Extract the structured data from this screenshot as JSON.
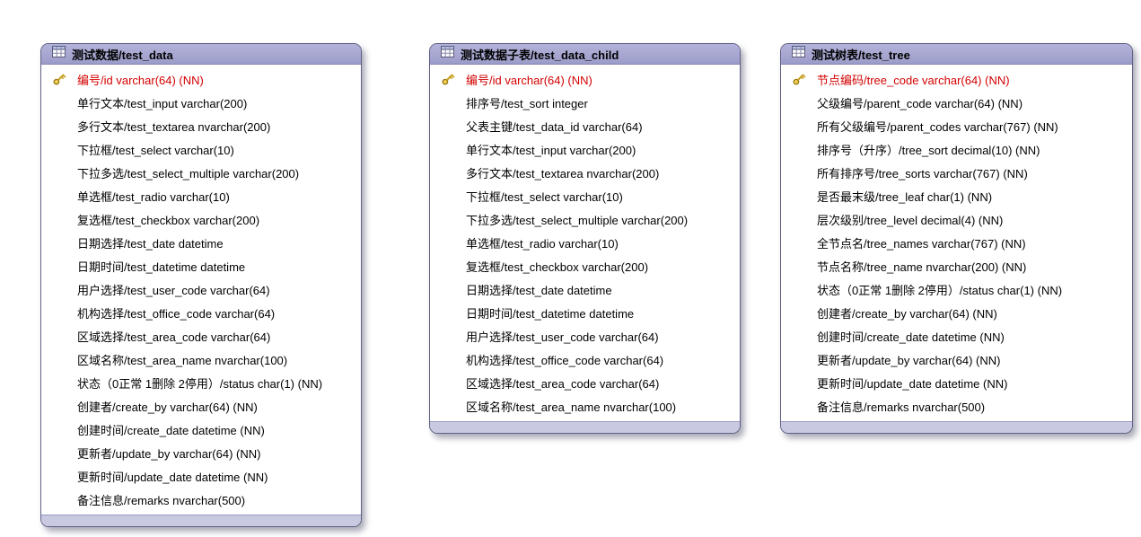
{
  "colors": {
    "header_fill": "#a5a5cf",
    "footer_fill": "#c9c9e2",
    "primary_key_text": "#d40000",
    "field_text": "#000000",
    "card_border": "#5f5f85",
    "key_icon_gold": "#c9a227"
  },
  "icons": {
    "header": "table-icon",
    "primary_key": "key-icon"
  },
  "diagram": {
    "tables": [
      {
        "title": "测试数据/test_data",
        "fields": [
          {
            "text": "编号/id varchar(64) (NN)",
            "pk": true
          },
          {
            "text": "单行文本/test_input varchar(200)",
            "pk": false
          },
          {
            "text": "多行文本/test_textarea nvarchar(200)",
            "pk": false
          },
          {
            "text": "下拉框/test_select varchar(10)",
            "pk": false
          },
          {
            "text": "下拉多选/test_select_multiple varchar(200)",
            "pk": false
          },
          {
            "text": "单选框/test_radio varchar(10)",
            "pk": false
          },
          {
            "text": "复选框/test_checkbox varchar(200)",
            "pk": false
          },
          {
            "text": "日期选择/test_date datetime",
            "pk": false
          },
          {
            "text": "日期时间/test_datetime datetime",
            "pk": false
          },
          {
            "text": "用户选择/test_user_code varchar(64)",
            "pk": false
          },
          {
            "text": "机构选择/test_office_code varchar(64)",
            "pk": false
          },
          {
            "text": "区域选择/test_area_code varchar(64)",
            "pk": false
          },
          {
            "text": "区域名称/test_area_name nvarchar(100)",
            "pk": false
          },
          {
            "text": "状态（0正常 1删除 2停用）/status char(1) (NN)",
            "pk": false
          },
          {
            "text": "创建者/create_by varchar(64) (NN)",
            "pk": false
          },
          {
            "text": "创建时间/create_date datetime (NN)",
            "pk": false
          },
          {
            "text": "更新者/update_by varchar(64) (NN)",
            "pk": false
          },
          {
            "text": "更新时间/update_date datetime (NN)",
            "pk": false
          },
          {
            "text": "备注信息/remarks nvarchar(500)",
            "pk": false
          }
        ]
      },
      {
        "title": "测试数据子表/test_data_child",
        "fields": [
          {
            "text": "编号/id varchar(64) (NN)",
            "pk": true
          },
          {
            "text": "排序号/test_sort integer",
            "pk": false
          },
          {
            "text": "父表主键/test_data_id varchar(64)",
            "pk": false
          },
          {
            "text": "单行文本/test_input varchar(200)",
            "pk": false
          },
          {
            "text": "多行文本/test_textarea nvarchar(200)",
            "pk": false
          },
          {
            "text": "下拉框/test_select varchar(10)",
            "pk": false
          },
          {
            "text": "下拉多选/test_select_multiple varchar(200)",
            "pk": false
          },
          {
            "text": "单选框/test_radio varchar(10)",
            "pk": false
          },
          {
            "text": "复选框/test_checkbox varchar(200)",
            "pk": false
          },
          {
            "text": "日期选择/test_date datetime",
            "pk": false
          },
          {
            "text": "日期时间/test_datetime datetime",
            "pk": false
          },
          {
            "text": "用户选择/test_user_code varchar(64)",
            "pk": false
          },
          {
            "text": "机构选择/test_office_code varchar(64)",
            "pk": false
          },
          {
            "text": "区域选择/test_area_code varchar(64)",
            "pk": false
          },
          {
            "text": "区域名称/test_area_name nvarchar(100)",
            "pk": false
          }
        ]
      },
      {
        "title": "测试树表/test_tree",
        "fields": [
          {
            "text": "节点编码/tree_code varchar(64) (NN)",
            "pk": true
          },
          {
            "text": "父级编号/parent_code varchar(64) (NN)",
            "pk": false
          },
          {
            "text": "所有父级编号/parent_codes varchar(767) (NN)",
            "pk": false
          },
          {
            "text": "排序号（升序）/tree_sort decimal(10) (NN)",
            "pk": false
          },
          {
            "text": "所有排序号/tree_sorts varchar(767) (NN)",
            "pk": false
          },
          {
            "text": "是否最末级/tree_leaf char(1) (NN)",
            "pk": false
          },
          {
            "text": "层次级别/tree_level decimal(4) (NN)",
            "pk": false
          },
          {
            "text": "全节点名/tree_names varchar(767) (NN)",
            "pk": false
          },
          {
            "text": "节点名称/tree_name nvarchar(200) (NN)",
            "pk": false
          },
          {
            "text": "状态（0正常 1删除 2停用）/status char(1) (NN)",
            "pk": false
          },
          {
            "text": "创建者/create_by varchar(64) (NN)",
            "pk": false
          },
          {
            "text": "创建时间/create_date datetime (NN)",
            "pk": false
          },
          {
            "text": "更新者/update_by varchar(64) (NN)",
            "pk": false
          },
          {
            "text": "更新时间/update_date datetime (NN)",
            "pk": false
          },
          {
            "text": "备注信息/remarks nvarchar(500)",
            "pk": false
          }
        ]
      }
    ]
  }
}
